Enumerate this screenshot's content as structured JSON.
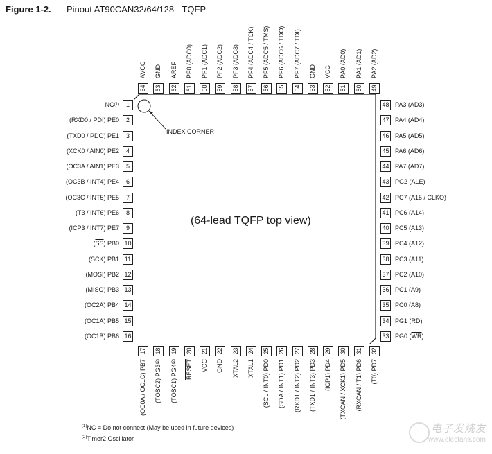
{
  "figure": {
    "number": "Figure 1-2.",
    "title": "Pinout AT90CAN32/64/128 - TQFP"
  },
  "chip": {
    "center_label": "(64-lead TQFP top view)",
    "index_label": "INDEX CORNER"
  },
  "pins": {
    "left": [
      {
        "num": "1",
        "label": "NC",
        "sup": "(1)"
      },
      {
        "num": "2",
        "label": "(RXD0 / PDI) PE0"
      },
      {
        "num": "3",
        "label": "(TXD0 / PDO) PE1"
      },
      {
        "num": "4",
        "label": "(XCK0 / AIN0) PE2"
      },
      {
        "num": "5",
        "label": "(OC3A / AIN1) PE3"
      },
      {
        "num": "6",
        "label": "(OC3B / INT4) PE4"
      },
      {
        "num": "7",
        "label": "(OC3C / INT5) PE5"
      },
      {
        "num": "8",
        "label": "(T3 / INT6) PE6"
      },
      {
        "num": "9",
        "label": "(ICP3 / INT7) PE7"
      },
      {
        "num": "10",
        "label": "(SS) PB0",
        "overline": "SS"
      },
      {
        "num": "11",
        "label": "(SCK) PB1"
      },
      {
        "num": "12",
        "label": "(MOSI) PB2"
      },
      {
        "num": "13",
        "label": "(MISO) PB3"
      },
      {
        "num": "14",
        "label": "(OC2A) PB4"
      },
      {
        "num": "15",
        "label": "(OC1A) PB5"
      },
      {
        "num": "16",
        "label": "(OC1B) PB6"
      }
    ],
    "bottom": [
      {
        "num": "17",
        "label": "(OC0A / OC1C) PB7"
      },
      {
        "num": "18",
        "label": "(TOSC2) PG3",
        "sup": "(2)"
      },
      {
        "num": "19",
        "label": "(TOSC1) PG4",
        "sup": "(2)"
      },
      {
        "num": "20",
        "label": "RESET",
        "overline": "RESET"
      },
      {
        "num": "21",
        "label": "VCC"
      },
      {
        "num": "22",
        "label": "GND"
      },
      {
        "num": "23",
        "label": "XTAL2"
      },
      {
        "num": "24",
        "label": "XTAL1"
      },
      {
        "num": "25",
        "label": "(SCL / INT0) PD0"
      },
      {
        "num": "26",
        "label": "(SDA / INT1) PD1"
      },
      {
        "num": "27",
        "label": "(RXD1 / INT2) PD2"
      },
      {
        "num": "28",
        "label": "(TXD1 / INT3) PD3"
      },
      {
        "num": "29",
        "label": "(ICP1) PD4"
      },
      {
        "num": "30",
        "label": "(TXCAN / XCK1) PD5"
      },
      {
        "num": "31",
        "label": "(RXCAN / T1) PD6"
      },
      {
        "num": "32",
        "label": "(T0) PD7"
      }
    ],
    "right": [
      {
        "num": "48",
        "label": "PA3 (AD3)"
      },
      {
        "num": "47",
        "label": "PA4 (AD4)"
      },
      {
        "num": "46",
        "label": "PA5 (AD5)"
      },
      {
        "num": "45",
        "label": "PA6 (AD6)"
      },
      {
        "num": "44",
        "label": "PA7 (AD7)"
      },
      {
        "num": "43",
        "label": "PG2 (ALE)"
      },
      {
        "num": "42",
        "label": "PC7 (A15 / CLKO)"
      },
      {
        "num": "41",
        "label": "PC6 (A14)"
      },
      {
        "num": "40",
        "label": "PC5 (A13)"
      },
      {
        "num": "39",
        "label": "PC4 (A12)"
      },
      {
        "num": "38",
        "label": "PC3 (A11)"
      },
      {
        "num": "37",
        "label": "PC2 (A10)"
      },
      {
        "num": "36",
        "label": "PC1 (A9)"
      },
      {
        "num": "35",
        "label": "PC0 (A8)"
      },
      {
        "num": "34",
        "label": "PG1 (RD)",
        "overline": "RD"
      },
      {
        "num": "33",
        "label": "PG0 (WR)",
        "overline": "WR"
      }
    ],
    "top": [
      {
        "num": "64",
        "label": "AVCC"
      },
      {
        "num": "63",
        "label": "GND"
      },
      {
        "num": "62",
        "label": "AREF"
      },
      {
        "num": "61",
        "label": "PF0 (ADC0)"
      },
      {
        "num": "60",
        "label": "PF1 (ADC1)"
      },
      {
        "num": "59",
        "label": "PF2 (ADC2)"
      },
      {
        "num": "58",
        "label": "PF3 (ADC3)"
      },
      {
        "num": "57",
        "label": "PF4 (ADC4 / TCK)"
      },
      {
        "num": "56",
        "label": "PF5 (ADC5 / TMS)"
      },
      {
        "num": "55",
        "label": "PF6 (ADC6 / TDO)"
      },
      {
        "num": "54",
        "label": "PF7 (ADC7 / TDI)"
      },
      {
        "num": "53",
        "label": "GND"
      },
      {
        "num": "52",
        "label": "VCC"
      },
      {
        "num": "51",
        "label": "PA0 (AD0)"
      },
      {
        "num": "50",
        "label": "PA1 (AD1)"
      },
      {
        "num": "49",
        "label": "PA2 (AD2)"
      }
    ]
  },
  "notes": [
    {
      "sup": "(1)",
      "text": "NC = Do not connect (May be used in future devices)"
    },
    {
      "sup": "(2)",
      "text": "Timer2 Oscillator"
    }
  ],
  "watermark": {
    "cn": "电子发烧友",
    "url": "www.elecfans.com"
  }
}
